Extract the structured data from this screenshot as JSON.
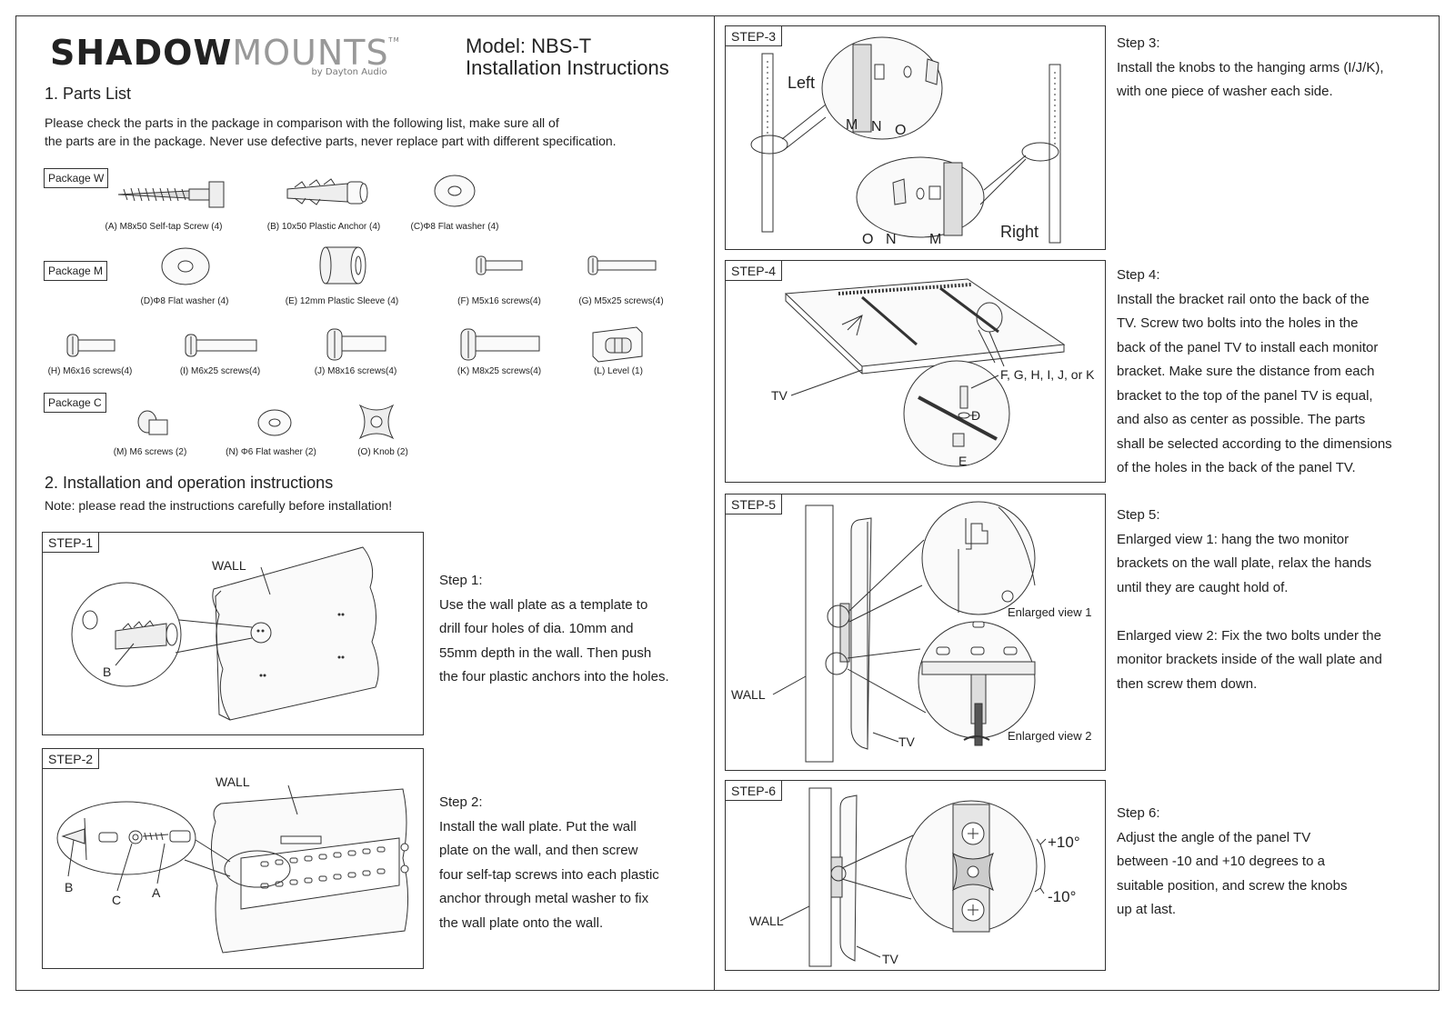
{
  "brand": {
    "logo_bold": "SHADOW",
    "logo_light": "MOUNTS",
    "logo_tm": "TM",
    "logo_sub": "by Dayton Audio"
  },
  "header": {
    "model": "Model: NBS-T",
    "subtitle": "Installation Instructions"
  },
  "parts": {
    "title": "1. Parts List",
    "intro_line1": "Please check the parts in the package in comparison with the following list, make sure all of",
    "intro_line2": "the parts are in the package. Never use defective parts, never replace part with different specification.",
    "package_w": {
      "label": "Package W",
      "items": [
        "(A) M8x50 Self-tap Screw (4)",
        "(B) 10x50 Plastic Anchor (4)",
        "(C)Φ8 Flat washer  (4)"
      ]
    },
    "package_m": {
      "label": "Package M",
      "items": [
        "(D)Φ8 Flat washer  (4)",
        "(E) 12mm Plastic Sleeve (4)",
        "(F) M5x16 screws(4)",
        "(G) M5x25 screws(4)",
        "(H) M6x16 screws(4)",
        "(I) M6x25 screws(4)",
        "(J) M8x16 screws(4)",
        "(K) M8x25 screws(4)",
        "(L) Level (1)"
      ]
    },
    "package_c": {
      "label": "Package C",
      "items": [
        "(M) M6 screws (2)",
        "(N) Φ6 Flat washer  (2)",
        "(O) Knob (2)"
      ]
    }
  },
  "install": {
    "title": "2. Installation and operation instructions",
    "note": "Note: please read the instructions carefully before installation!"
  },
  "steps": [
    {
      "tag": "STEP-1",
      "heading": "Step 1:",
      "lines": [
        "Use the wall plate as a template to",
        "drill four holes of dia. 10mm and",
        "55mm depth in the wall. Then push",
        "the four plastic anchors into the holes."
      ],
      "labels": [
        "WALL",
        "B"
      ]
    },
    {
      "tag": "STEP-2",
      "heading": "Step 2:",
      "lines": [
        "Install the wall plate. Put the wall",
        "plate on the wall, and then screw",
        "four self-tap screws into each plastic",
        "anchor through metal washer to fix",
        "the wall plate onto the wall."
      ],
      "labels": [
        "WALL",
        "B",
        "C",
        "A"
      ]
    },
    {
      "tag": "STEP-3",
      "heading": "Step 3:",
      "lines": [
        "Install the knobs to the hanging arms (I/J/K),",
        "with one piece of washer each side."
      ],
      "labels": [
        "Left",
        "M",
        "N",
        "O",
        "O",
        "N",
        "M",
        "Right"
      ]
    },
    {
      "tag": "STEP-4",
      "heading": "Step 4:",
      "lines": [
        "Install the bracket rail onto the back of the",
        "TV. Screw two bolts into the holes in the",
        "back of the panel TV to install each monitor",
        "bracket. Make sure the distance from each",
        "bracket to the top of the panel TV is equal,",
        "and also as center as possible. The parts",
        "shall be selected according to the dimensions",
        "of the holes in the back of the panel TV."
      ],
      "labels": [
        "TV",
        "F, G, H, I, J, or K",
        "D",
        "E"
      ]
    },
    {
      "tag": "STEP-5",
      "heading": "Step 5:",
      "lines": [
        "Enlarged view 1: hang the two monitor",
        "brackets on the wall plate, relax the hands",
        "until they are caught hold of.",
        "",
        "Enlarged view 2: Fix the two bolts under the",
        "monitor brackets inside of the wall plate and",
        "then screw them down."
      ],
      "labels": [
        "WALL",
        "TV",
        "Enlarged view 1",
        "Enlarged view 2"
      ]
    },
    {
      "tag": "STEP-6",
      "heading": "Step 6:",
      "lines": [
        "Adjust the angle of the panel TV",
        "between -10 and +10 degrees to a",
        "suitable position, and screw the knobs",
        "up at last."
      ],
      "labels": [
        "WALL",
        "TV",
        "+10°",
        "-10°"
      ]
    }
  ]
}
